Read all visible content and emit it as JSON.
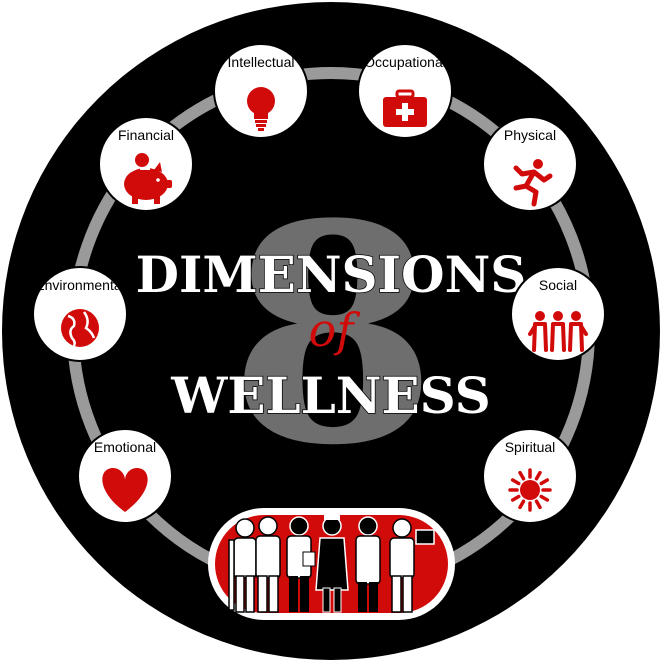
{
  "title": {
    "number": "8",
    "line1": "DIMENSIONS",
    "connector": "of",
    "line2": "WELLNESS"
  },
  "dimensions": [
    {
      "label": "Intellectual",
      "icon": "lightbulb-icon"
    },
    {
      "label": "Occupational",
      "icon": "first-aid-kit-icon"
    },
    {
      "label": "Physical",
      "icon": "running-person-icon"
    },
    {
      "label": "Social",
      "icon": "people-holding-hands-icon"
    },
    {
      "label": "Spiritual",
      "icon": "sun-icon"
    },
    {
      "label": "Emotional",
      "icon": "heart-icon"
    },
    {
      "label": "Environmental",
      "icon": "globe-icon"
    },
    {
      "label": "Financial",
      "icon": "piggy-bank-icon"
    }
  ],
  "colors": {
    "background": "#000000",
    "ring": "#9a9a9a",
    "accent": "#d10a0a",
    "node": "#ffffff",
    "big_number": "#6e6e6e"
  }
}
